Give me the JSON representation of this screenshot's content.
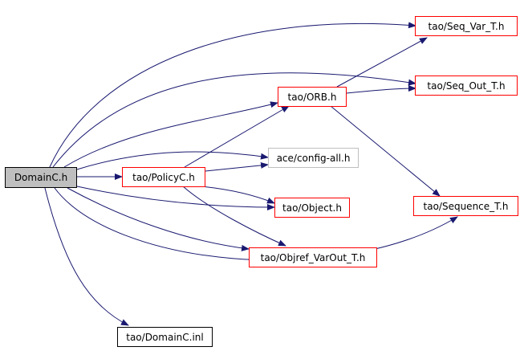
{
  "nodes": {
    "domainc_h": {
      "label": "DomainC.h",
      "border": "#000000",
      "fill": "#bfbfbf"
    },
    "seq_var_t_h": {
      "label": "tao/Seq_Var_T.h",
      "border": "#ff0000"
    },
    "seq_out_t_h": {
      "label": "tao/Seq_Out_T.h",
      "border": "#ff0000"
    },
    "orb_h": {
      "label": "tao/ORB.h",
      "border": "#ff0000"
    },
    "config_all_h": {
      "label": "ace/config-all.h",
      "border": "#bfbfbf"
    },
    "policyc_h": {
      "label": "tao/PolicyC.h",
      "border": "#ff0000"
    },
    "object_h": {
      "label": "tao/Object.h",
      "border": "#ff0000"
    },
    "sequence_t_h": {
      "label": "tao/Sequence_T.h",
      "border": "#ff0000"
    },
    "objref_varout_t_h": {
      "label": "tao/Objref_VarOut_T.h",
      "border": "#ff0000"
    },
    "domainc_inl": {
      "label": "tao/DomainC.inl",
      "border": "#000000"
    }
  },
  "edges": [
    {
      "from": "domainc_h",
      "to": "seq_var_t_h"
    },
    {
      "from": "domainc_h",
      "to": "seq_out_t_h"
    },
    {
      "from": "domainc_h",
      "to": "orb_h"
    },
    {
      "from": "domainc_h",
      "to": "config_all_h"
    },
    {
      "from": "domainc_h",
      "to": "policyc_h"
    },
    {
      "from": "domainc_h",
      "to": "object_h"
    },
    {
      "from": "domainc_h",
      "to": "objref_varout_t_h"
    },
    {
      "from": "domainc_h",
      "to": "sequence_t_h"
    },
    {
      "from": "domainc_h",
      "to": "domainc_inl"
    },
    {
      "from": "policyc_h",
      "to": "orb_h"
    },
    {
      "from": "policyc_h",
      "to": "config_all_h"
    },
    {
      "from": "policyc_h",
      "to": "object_h"
    },
    {
      "from": "policyc_h",
      "to": "objref_varout_t_h"
    },
    {
      "from": "orb_h",
      "to": "seq_var_t_h"
    },
    {
      "from": "orb_h",
      "to": "seq_out_t_h"
    },
    {
      "from": "orb_h",
      "to": "sequence_t_h"
    }
  ],
  "colors": {
    "edge": "#191970",
    "node_border": "#ff0000",
    "root_fill": "#bfbfbf"
  }
}
